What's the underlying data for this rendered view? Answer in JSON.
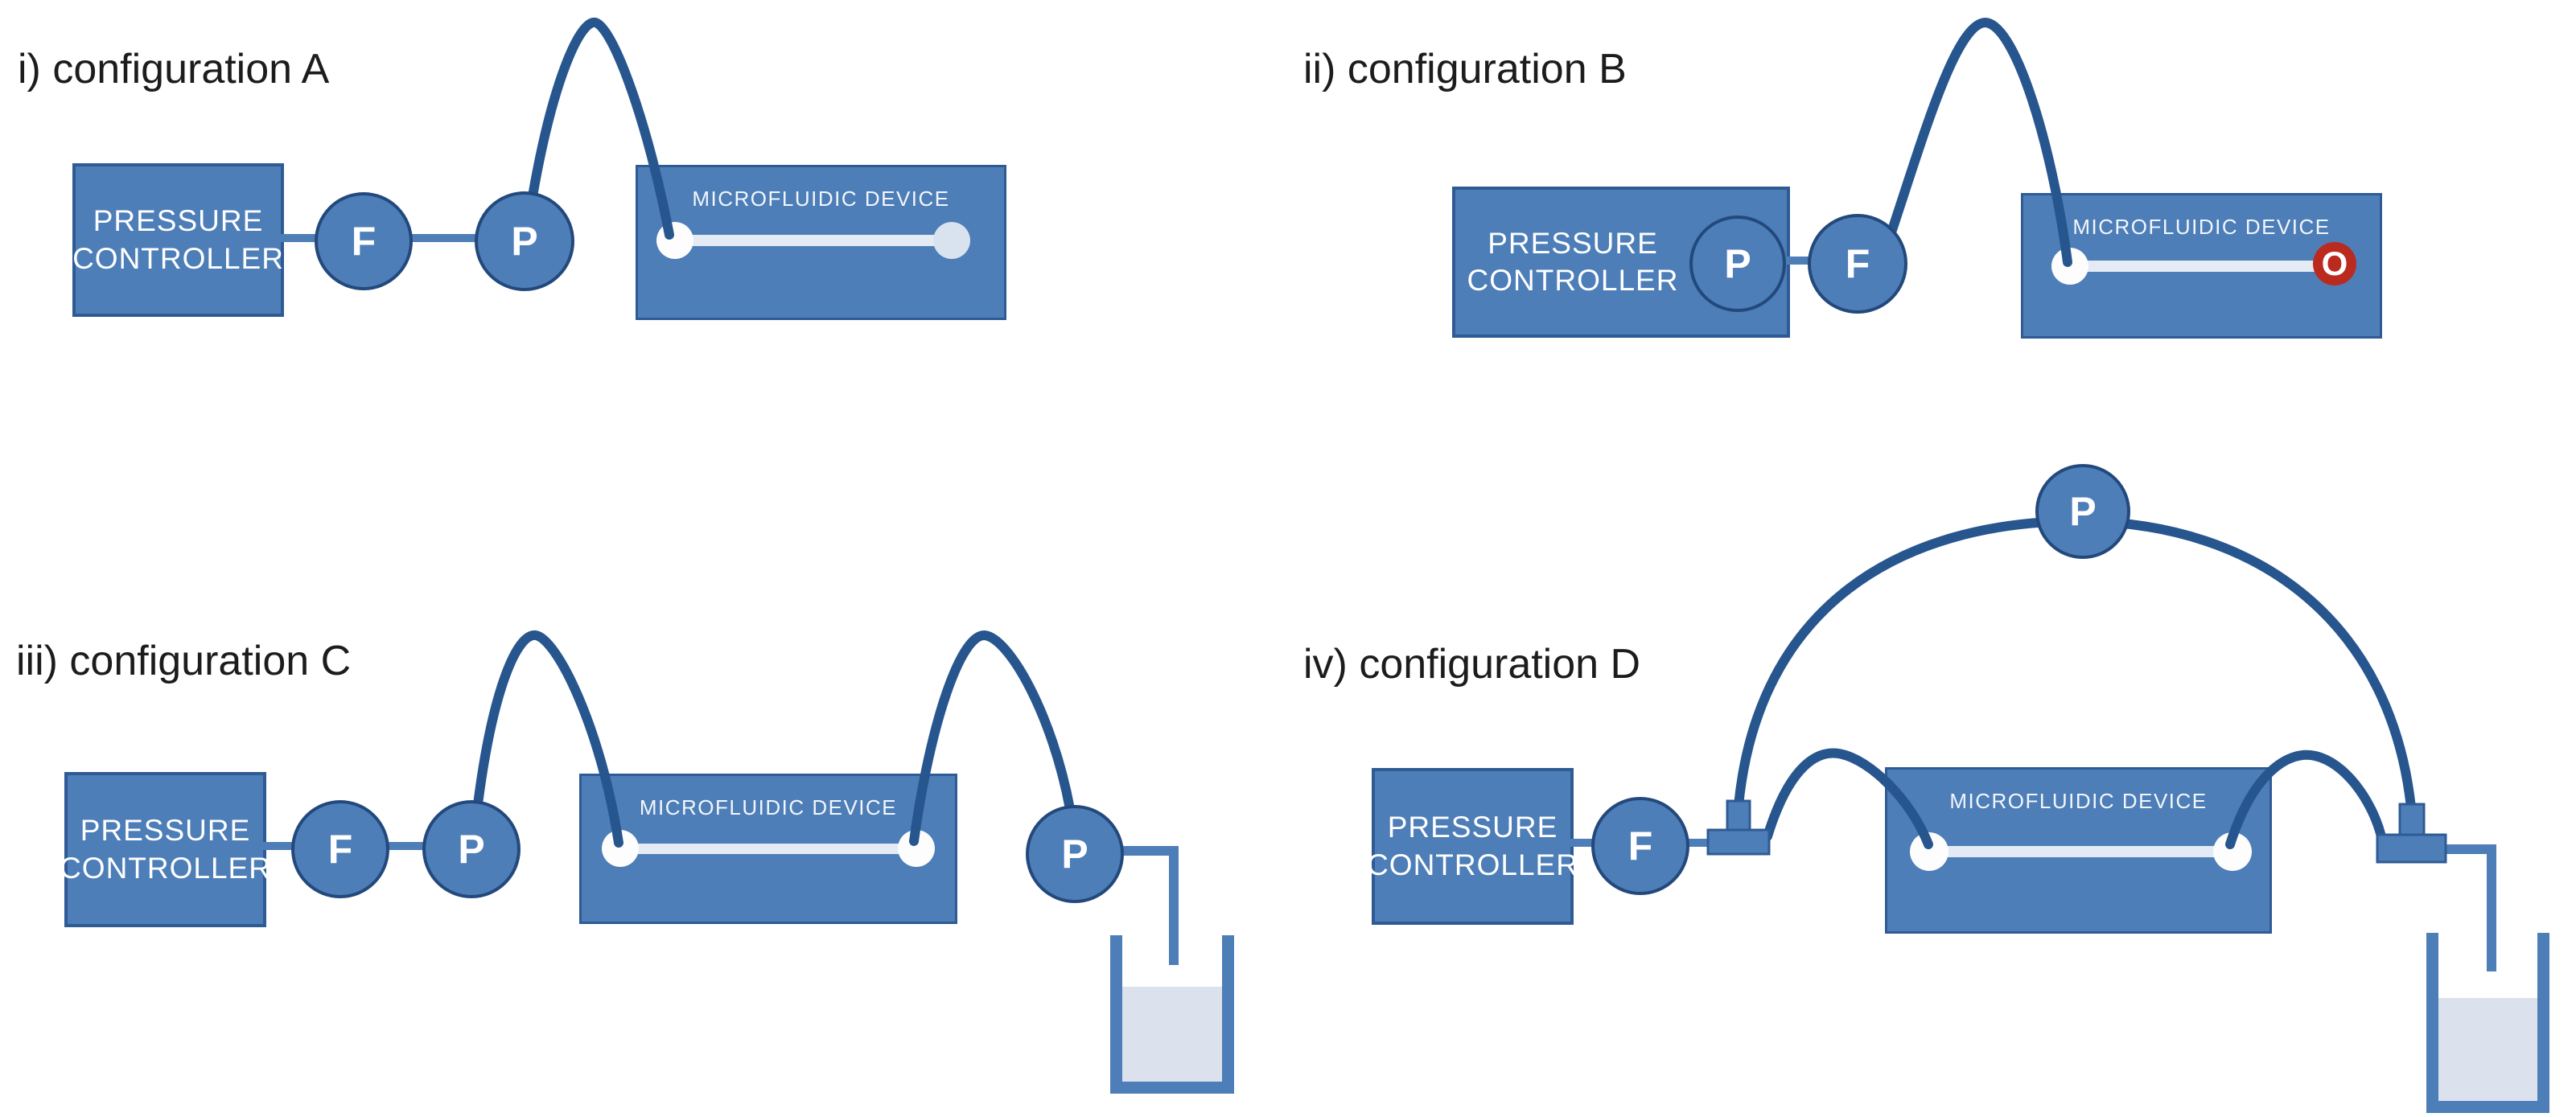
{
  "panels": [
    {
      "id": "A",
      "label": "i) configuration A"
    },
    {
      "id": "B",
      "label": "ii) configuration B"
    },
    {
      "id": "C",
      "label": "iii) configuration C"
    },
    {
      "id": "D",
      "label": "iv) configuration D"
    }
  ],
  "components": {
    "pressure_controller_line1": "PRESSURE",
    "pressure_controller_line2": "CONTROLLER",
    "microfluidic_device": "MICROFLUIDIC DEVICE",
    "flow_sensor_label": "F",
    "pressure_sensor_label": "P",
    "open_outlet_label": "O"
  },
  "colors": {
    "box_fill": "#4d7eb8",
    "box_border": "#2f5b94",
    "node_border": "#23497c",
    "tube": "#27568e",
    "connector": "#4d7eb8",
    "channel": "#e4ebf5",
    "port_white": "#fdfdfd",
    "port_light": "#d9e2ef",
    "beaker_liquid": "#dbe2ee",
    "outlet_red": "#bb2a1f",
    "label_text": "#1c1c1c",
    "white_text": "#ffffff"
  }
}
